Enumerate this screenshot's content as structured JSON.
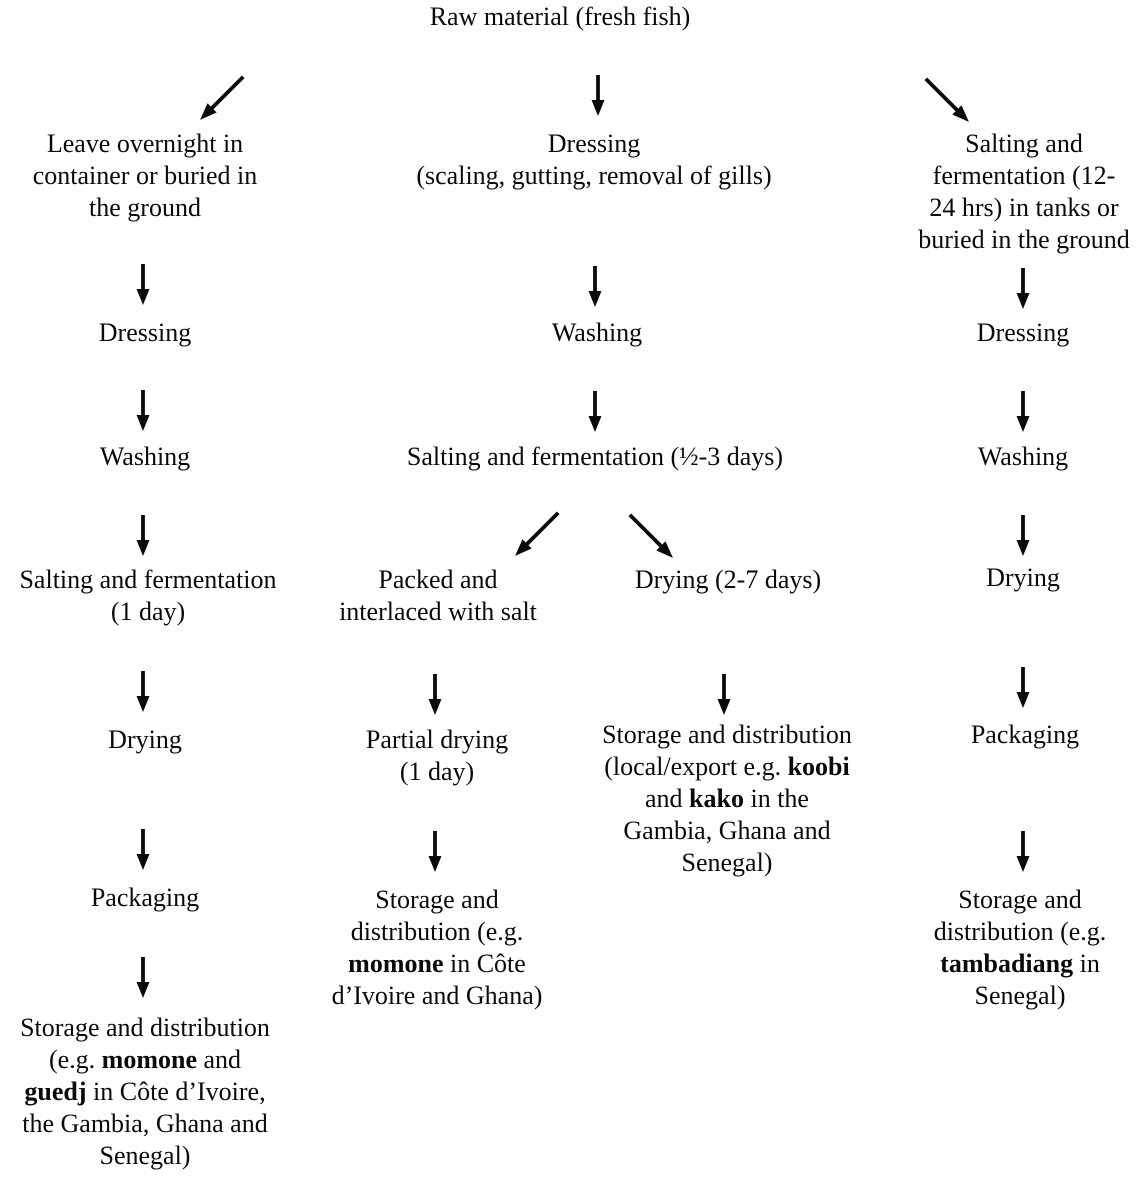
{
  "diagram_title": "Raw material (fresh fish) processing flowchart",
  "colors": {
    "ink": "#0a0a0a",
    "paper": "#ffffff"
  },
  "nodes": {
    "raw_material": {
      "lines": [
        "Raw material (fresh fish)"
      ]
    },
    "left_initial": {
      "lines": [
        "Leave overnight in",
        "container or buried in",
        "the ground"
      ]
    },
    "center_dressing": {
      "lines": [
        "Dressing",
        "(scaling, gutting, removal of gills)"
      ]
    },
    "right_salting": {
      "lines": [
        "Salting and",
        "fermentation (12-",
        "24 hrs) in tanks or",
        "buried in the ground"
      ]
    },
    "left_dressing": {
      "lines": [
        "Dressing"
      ]
    },
    "center_washing": {
      "lines": [
        "Washing"
      ]
    },
    "right_dressing": {
      "lines": [
        "Dressing"
      ]
    },
    "left_washing": {
      "lines": [
        "Washing"
      ]
    },
    "center_salting": {
      "lines": [
        "Salting and fermentation (½-3 days)"
      ]
    },
    "right_washing": {
      "lines": [
        "Washing"
      ]
    },
    "left_salting_1day": {
      "lines": [
        "Salting and fermentation",
        "(1 day)"
      ]
    },
    "packed_salt": {
      "lines": [
        "Packed and",
        "interlaced with salt"
      ]
    },
    "drying_2_7": {
      "lines": [
        "Drying (2-7 days)"
      ]
    },
    "right_drying": {
      "lines": [
        "Drying"
      ]
    },
    "left_drying": {
      "lines": [
        "Drying"
      ]
    },
    "partial_drying": {
      "lines": [
        "Partial drying",
        "(1 day)"
      ]
    },
    "koobi_storage": {
      "lines": [
        "Storage and distribution",
        [
          {
            "t": "(local/export e.g. "
          },
          {
            "t": "koobi",
            "b": true
          }
        ],
        [
          {
            "t": "and "
          },
          {
            "t": "kako",
            "b": true
          },
          {
            "t": " in the"
          }
        ],
        "Gambia, Ghana and",
        "Senegal)"
      ]
    },
    "right_packaging": {
      "lines": [
        "Packaging"
      ]
    },
    "left_packaging": {
      "lines": [
        "Packaging"
      ]
    },
    "momone_storage": {
      "lines": [
        "Storage and",
        "distribution (e.g.",
        [
          {
            "t": "momone",
            "b": true
          },
          {
            "t": " in Côte"
          }
        ],
        "d’Ivoire and Ghana)"
      ]
    },
    "tambadiang_storage": {
      "lines": [
        "Storage and",
        "distribution (e.g.",
        [
          {
            "t": "tambadiang",
            "b": true
          },
          {
            "t": " in"
          }
        ],
        "Senegal)"
      ]
    },
    "left_final_storage": {
      "lines": [
        "Storage and distribution",
        [
          {
            "t": "(e.g. "
          },
          {
            "t": "momone",
            "b": true
          },
          {
            "t": " and"
          }
        ],
        [
          {
            "t": "guedj",
            "b": true
          },
          {
            "t": " in Côte d’Ivoire,"
          }
        ],
        "the Gambia, Ghana and",
        "Senegal)"
      ]
    },
    "bold_product_names": [
      "momone",
      "guedj",
      "koobi",
      "kako",
      "tambadiang"
    ]
  },
  "edges": [
    {
      "from": "raw_material",
      "to": "left_initial"
    },
    {
      "from": "raw_material",
      "to": "center_dressing"
    },
    {
      "from": "raw_material",
      "to": "right_salting"
    },
    {
      "from": "left_initial",
      "to": "left_dressing"
    },
    {
      "from": "left_dressing",
      "to": "left_washing"
    },
    {
      "from": "left_washing",
      "to": "left_salting_1day"
    },
    {
      "from": "left_salting_1day",
      "to": "left_drying"
    },
    {
      "from": "left_drying",
      "to": "left_packaging"
    },
    {
      "from": "left_packaging",
      "to": "left_final_storage"
    },
    {
      "from": "center_dressing",
      "to": "center_washing"
    },
    {
      "from": "center_washing",
      "to": "center_salting"
    },
    {
      "from": "center_salting",
      "to": "packed_salt"
    },
    {
      "from": "center_salting",
      "to": "drying_2_7"
    },
    {
      "from": "packed_salt",
      "to": "partial_drying"
    },
    {
      "from": "partial_drying",
      "to": "momone_storage"
    },
    {
      "from": "drying_2_7",
      "to": "koobi_storage"
    },
    {
      "from": "right_salting",
      "to": "right_dressing"
    },
    {
      "from": "right_dressing",
      "to": "right_washing"
    },
    {
      "from": "right_washing",
      "to": "right_drying"
    },
    {
      "from": "right_drying",
      "to": "right_packaging"
    },
    {
      "from": "right_packaging",
      "to": "tambadiang_storage"
    }
  ]
}
